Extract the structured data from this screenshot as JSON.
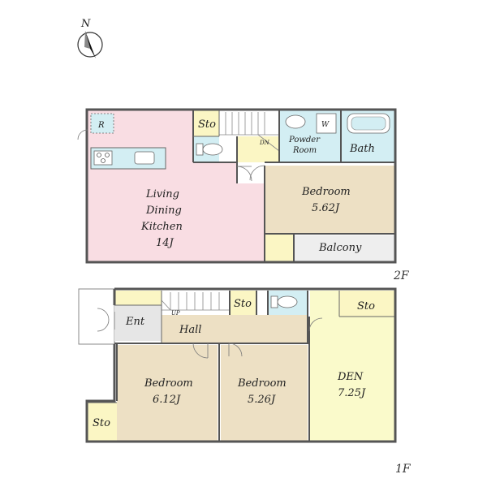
{
  "compass": {
    "label": "N"
  },
  "colors": {
    "ldk": "#f9dde3",
    "bedroom": "#ede0c4",
    "wet": "#d3eef3",
    "storage": "#fbf6c4",
    "den": "#fafacb",
    "hall": "#ede0c4",
    "entrance": "#e6e6e6",
    "balcony": "#eeeeee"
  },
  "floor2": {
    "label": "2F",
    "ldk": {
      "line1": "Living",
      "line2": "Dining",
      "line3": "Kitchen",
      "size": "14J"
    },
    "fridge": "R",
    "storage": "Sto",
    "stairs_down": "DN",
    "powder_line1": "Powder",
    "powder_line2": "Room",
    "washer": "W",
    "bath": "Bath",
    "bedroom": {
      "name": "Bedroom",
      "size": "5.62J"
    },
    "balcony": "Balcony"
  },
  "floor1": {
    "label": "1F",
    "entrance": "Ent",
    "stairs_up": "UP",
    "hall": "Hall",
    "storage_hall": "Sto",
    "storage_den": "Sto",
    "storage_left": "Sto",
    "bedroom_a": {
      "name": "Bedroom",
      "size": "6.12J"
    },
    "bedroom_b": {
      "name": "Bedroom",
      "size": "5.26J"
    },
    "den": {
      "name": "DEN",
      "size": "7.25J"
    }
  }
}
